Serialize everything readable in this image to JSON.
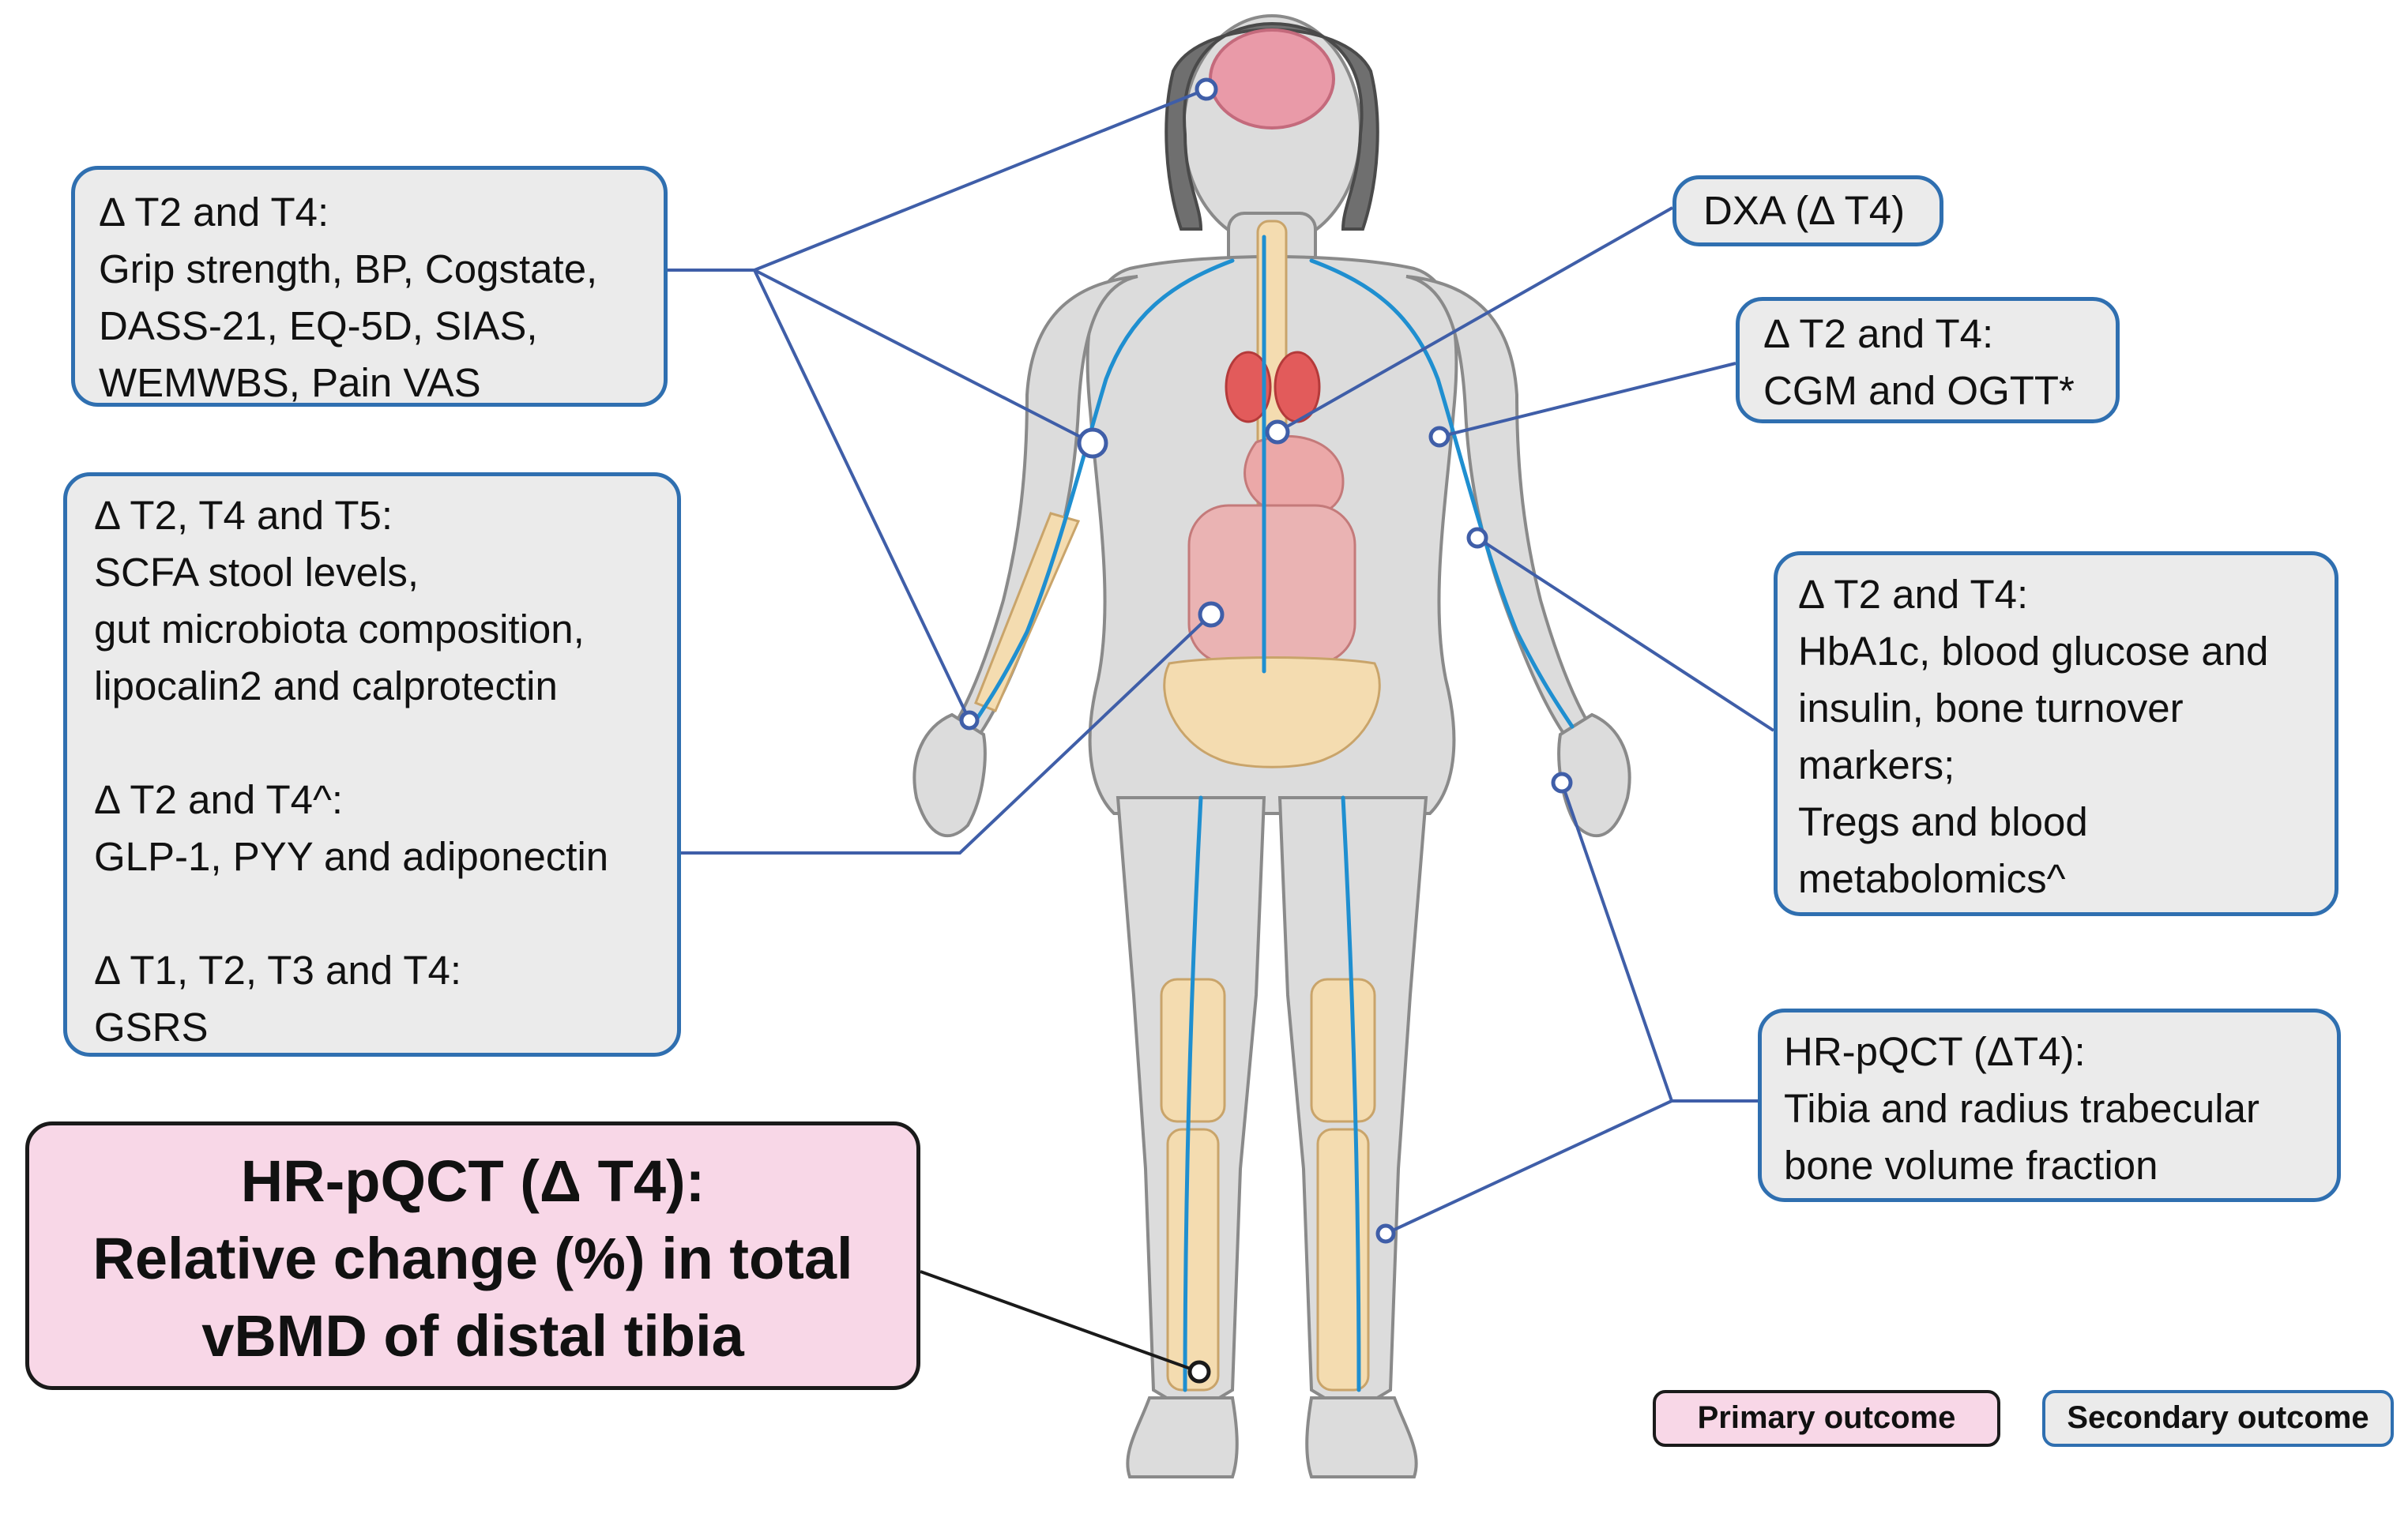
{
  "boxes": {
    "top_left": {
      "lines": [
        "Δ T2 and T4:",
        "Grip strength, BP, Cogstate,",
        "DASS-21, EQ-5D, SIAS,",
        "WEMWBS, Pain VAS"
      ]
    },
    "mid_left": {
      "group1": [
        "Δ T2, T4 and T5:",
        "SCFA stool levels,",
        "gut microbiota composition,",
        "lipocalin2 and calprotectin"
      ],
      "group2": [
        "Δ T2 and T4^:",
        "GLP-1, PYY and adiponectin"
      ],
      "group3": [
        "Δ T1, T2, T3 and T4:",
        "GSRS"
      ]
    },
    "dxa": {
      "lines": [
        "DXA (Δ T4)"
      ]
    },
    "cgm": {
      "lines": [
        "Δ T2 and T4:",
        "CGM and OGTT*"
      ]
    },
    "hba1c": {
      "lines": [
        "Δ T2 and T4:",
        "HbA1c, blood glucose and",
        "insulin, bone turnover",
        "markers;",
        "Tregs and blood",
        "metabolomics^"
      ]
    },
    "hrpqct_secondary": {
      "lines": [
        "HR-pQCT (ΔT4):",
        "Tibia and radius trabecular",
        "bone volume fraction"
      ]
    }
  },
  "primary_outcome_box": {
    "lines": [
      "HR-pQCT (Δ T4):",
      "Relative change (%) in total",
      "vBMD of distal tibia"
    ]
  },
  "legend": {
    "primary": "Primary outcome",
    "secondary": "Secondary outcome"
  },
  "colors": {
    "secondary_border": "#2f6fb0",
    "secondary_fill": "#ebebeb",
    "primary_fill": "#f8d7e7",
    "primary_border": "#1a1a1a",
    "connector": "#3f5ea8",
    "vessel": "#1f8fd0",
    "bone": "#f4dcb0"
  }
}
